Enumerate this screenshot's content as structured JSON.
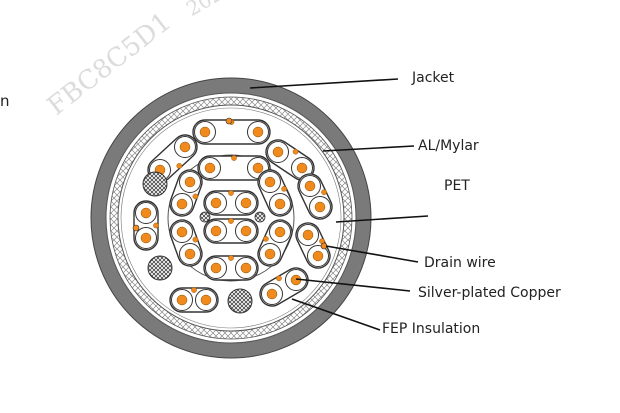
{
  "labels": {
    "jacket": "Jacket",
    "al_mylar": "AL/Mylar",
    "pet": "PET",
    "drain_wire": "Drain wire",
    "silver_plated_copper": "Silver-plated Copper",
    "fep_insulation": "FEP Insulation"
  },
  "edge_text": "n",
  "watermark": {
    "code": "FBC8C5D1",
    "year_fragment": "202"
  },
  "colors": {
    "jacket": "#7a7a7a",
    "conductor": "#f08a1c",
    "outline": "#333333",
    "leader": "#111111"
  }
}
